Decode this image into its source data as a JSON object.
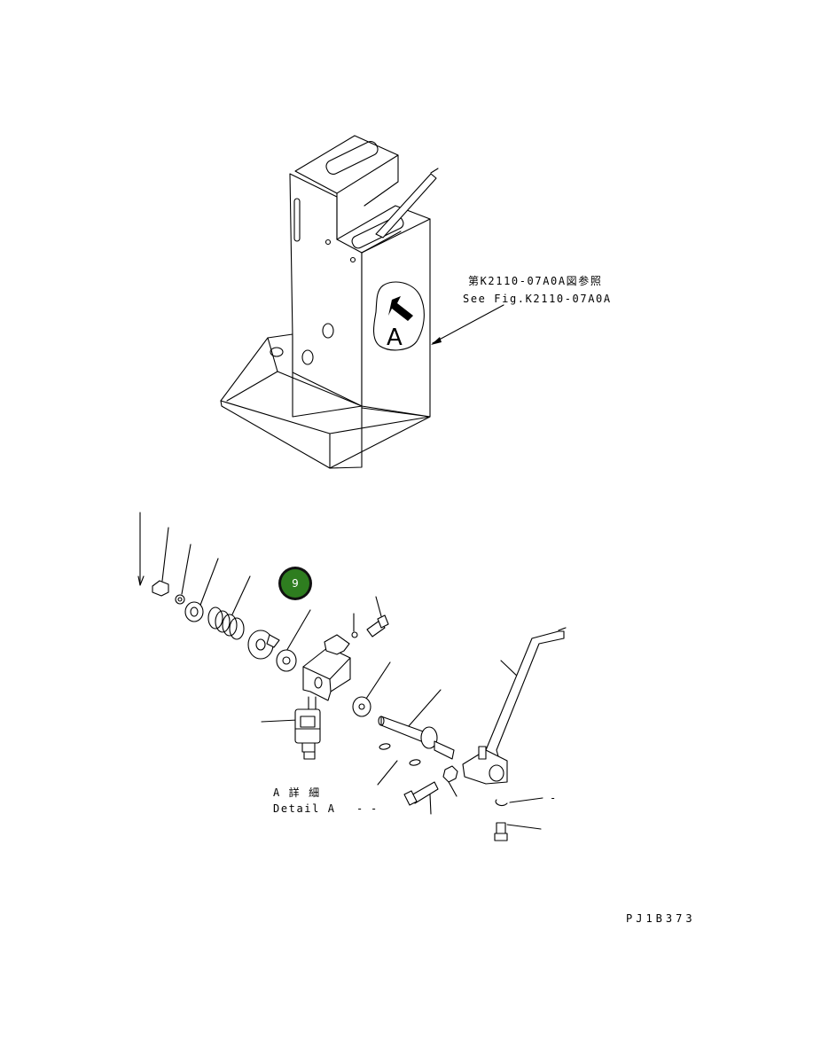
{
  "reference_label_jp": "第K2110-07A0A図参照",
  "reference_label_en": "See Fig.K2110-07A0A",
  "view_marker": "A",
  "detail_label_jp": "A 詳 細",
  "detail_label_en": "Detail A",
  "drawing_code": "PJ1B373",
  "callout": {
    "number": "9",
    "color": "#2e7d1f",
    "ring": "#111111"
  }
}
